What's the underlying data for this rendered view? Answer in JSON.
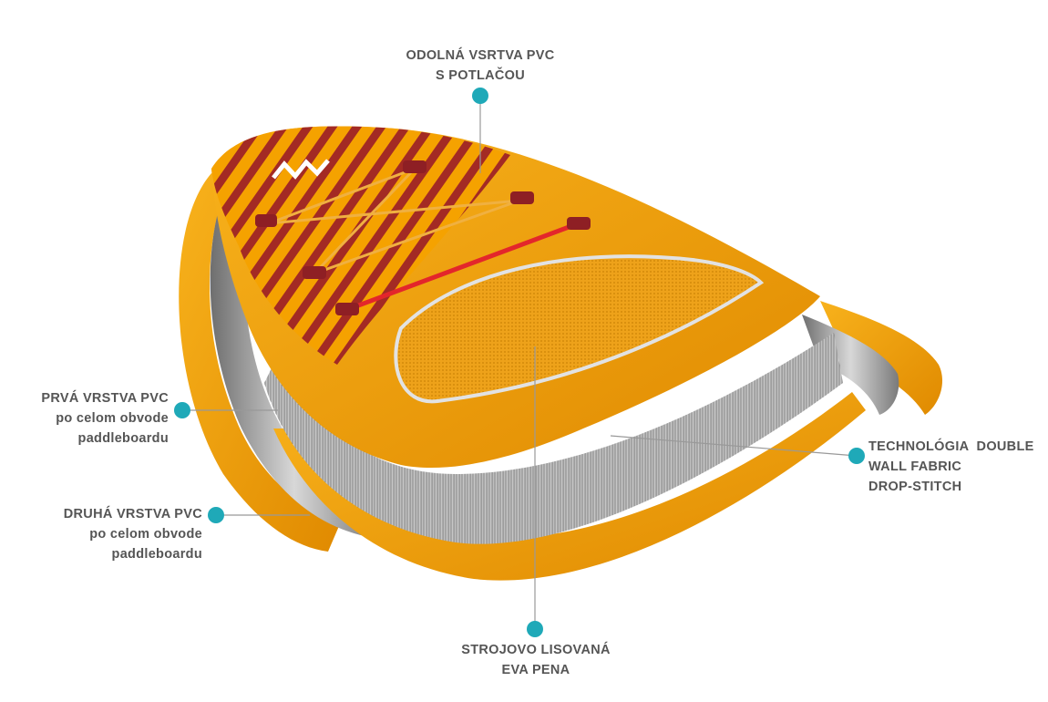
{
  "colors": {
    "accent": "#1fa9b8",
    "text": "#555555",
    "orange": "#f5a200",
    "dark_red": "#8e1f24",
    "strap_red": "#e3262b",
    "gray": "#9a9a9a"
  },
  "icons": {
    "logo": "aqua-marina-logo"
  },
  "labels": {
    "top": {
      "line1": "ODOLNÁ VSRTVA PVC",
      "line2": "S POTLAČOU"
    },
    "first_layer": {
      "line1": "PRVÁ VRSTVA PVC",
      "line2": "po celom obvode",
      "line3": "paddleboardu"
    },
    "second_layer": {
      "line1": "DRUHÁ VRSTVA PVC",
      "line2": "po celom obvode",
      "line3": "paddleboardu"
    },
    "technology": {
      "line1": "TECHNOLÓGIA  DOUBLE",
      "line2": "WALL FABRIC",
      "line3": "DROP-STITCH"
    },
    "eva": {
      "line1": "STROJOVO LISOVANÁ",
      "line2": "EVA PENA"
    }
  }
}
